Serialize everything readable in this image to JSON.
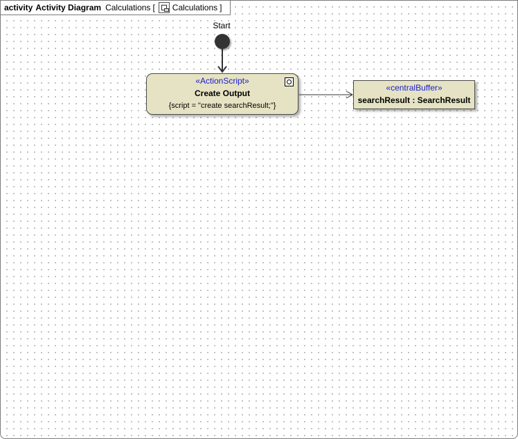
{
  "frame": {
    "keyword": "activity",
    "diagram_type": "Activity Diagram",
    "owner_name": "Calculations",
    "open_bracket": "[",
    "activity_name": "Calculations",
    "close_bracket": "]",
    "icon": "activity-diagram-icon"
  },
  "initial_node": {
    "label": "Start"
  },
  "action": {
    "stereotype": "«ActionScript»",
    "name": "Create Output",
    "script": "{script = \"create searchResult;\"}",
    "icon": "call-behavior-icon"
  },
  "central_buffer": {
    "stereotype": "«centralBuffer»",
    "name": "searchResult : SearchResult"
  },
  "edges": [
    {
      "from": "Start",
      "to": "Create Output",
      "kind": "control-flow"
    },
    {
      "from": "Create Output",
      "to": "searchResult : SearchResult",
      "kind": "object-flow"
    }
  ],
  "colors": {
    "node_fill": "#e5e3c3",
    "stereotype_text": "#1a1ad0",
    "initial_node": "#333333"
  }
}
